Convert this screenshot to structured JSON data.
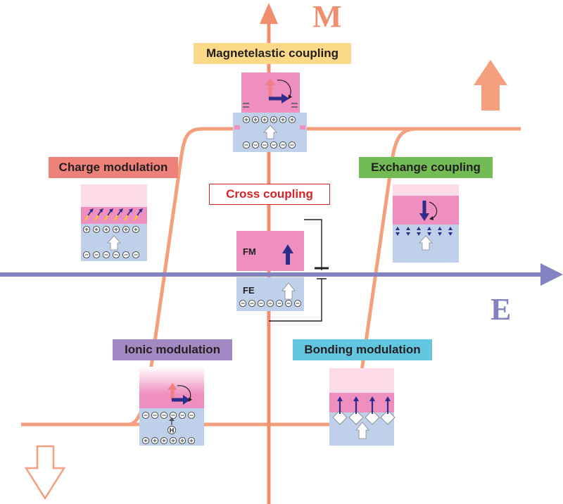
{
  "axes": {
    "vertical_label": "M",
    "horizontal_label": "E"
  },
  "labels": {
    "magnetoelastic": "Magnetelastic coupling",
    "charge": "Charge modulation",
    "exchange": "Exchange coupling",
    "cross": "Cross coupling",
    "ionic": "Ionic modulation",
    "bonding": "Bonding modulation"
  },
  "device": {
    "fm_label": "FM",
    "fe_label": "FE"
  },
  "ion_symbol": "H",
  "colors": {
    "hysteresis": "#f4a07f",
    "m_axis": "#f08f6d",
    "e_axis": "#8281c2",
    "fm_layer": "#ef8fbf",
    "fe_layer": "#bed0ea",
    "magnetoelastic_bg": "#fbd988",
    "charge_bg": "#ee8279",
    "exchange_bg": "#72bb55",
    "cross_border": "#da2128",
    "cross_text": "#da2128",
    "ionic_bg": "#a389c3",
    "bonding_bg": "#62c6e1",
    "spin_up": "#f07f85",
    "spin_in_plane": "#2e2c8b"
  }
}
